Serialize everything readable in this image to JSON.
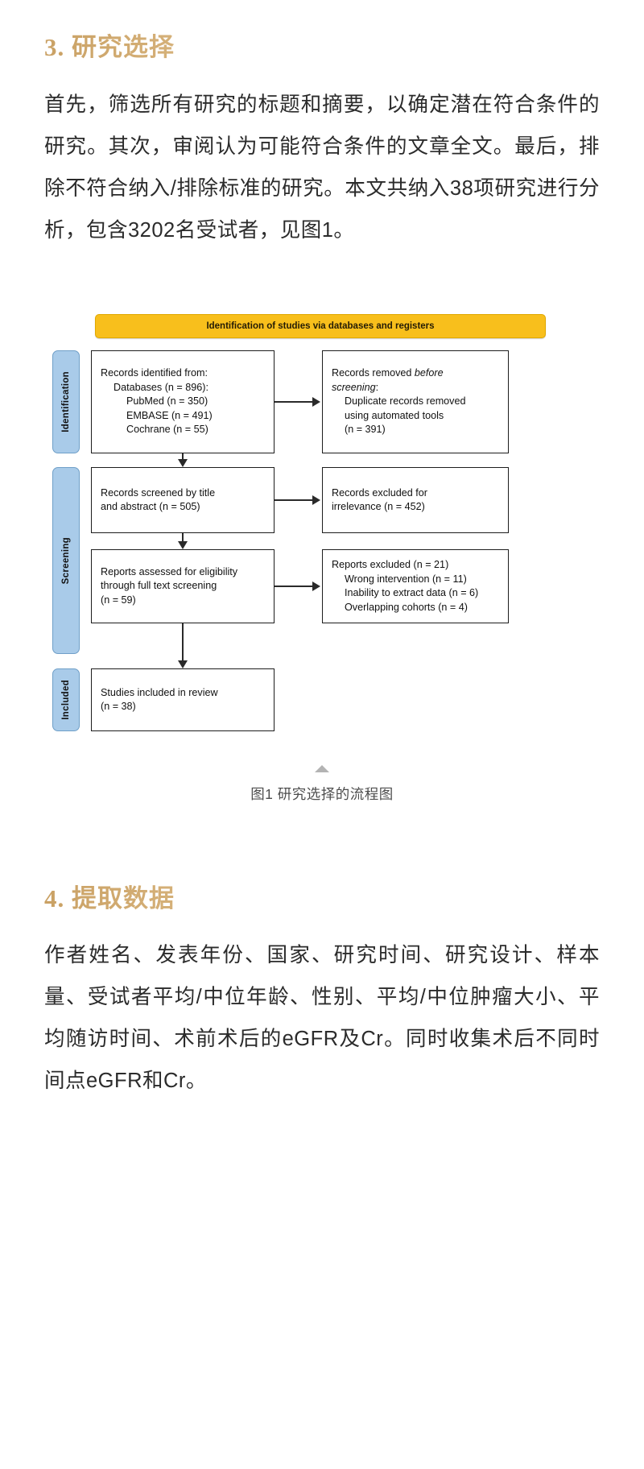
{
  "sections": {
    "study_selection": {
      "heading": "3. 研究选择",
      "paragraph": "首先，筛选所有研究的标题和摘要，以确定潜在符合条件的研究。其次，审阅认为可能符合条件的文章全文。最后，排除不符合纳入/排除标准的研究。本文共纳入38项研究进行分析，包含3202名受试者，见图1。"
    },
    "data_extraction": {
      "heading": "4. 提取数据",
      "paragraph": "作者姓名、发表年份、国家、研究时间、研究设计、样本量、受试者平均/中位年龄、性别、平均/中位肿瘤大小、平均随访时间、术前术后的eGFR及Cr。同时收集术后不同时间点eGFR和Cr。"
    }
  },
  "figure": {
    "caption": "图1 研究选择的流程图",
    "banner": "Identification of studies via databases and registers",
    "stages": [
      {
        "id": "identification",
        "label": "Identification"
      },
      {
        "id": "screening",
        "label": "Screening"
      },
      {
        "id": "included",
        "label": "Included"
      }
    ],
    "nodes": {
      "identified": {
        "line1": "Records identified from:",
        "line2": "Databases (n = 896):",
        "line3": "PubMed (n = 350)",
        "line4": "EMBASE (n = 491)",
        "line5": "Cochrane (n = 55)"
      },
      "removed": {
        "line1": "Records removed ",
        "line1_italic": "before",
        "line2_italic": "screening",
        "line2_tail": ":",
        "line3": "Duplicate records removed",
        "line4": "using automated tools",
        "line5": "(n = 391)"
      },
      "screened": {
        "line1": "Records screened by title",
        "line2": "and abstract (n = 505)"
      },
      "excluded_irrelevance": {
        "line1": "Records excluded for",
        "line2": "irrelevance (n = 452)"
      },
      "eligibility": {
        "line1": "Reports assessed for eligibility",
        "line2": "through full text screening",
        "line3": "(n = 59)"
      },
      "reports_excluded": {
        "line1": "Reports excluded (n = 21)",
        "line2": "Wrong intervention (n = 11)",
        "line3": "Inability to extract data (n = 6)",
        "line4": "Overlapping cohorts (n = 4)"
      },
      "included": {
        "line1": "Studies included in review",
        "line2": "(n = 38)"
      }
    },
    "colors": {
      "banner": "#f8bf1c",
      "stage_tab": "#a9cbe9",
      "box_border": "#1d1d1d",
      "heading_gold": "#c9a063"
    }
  }
}
